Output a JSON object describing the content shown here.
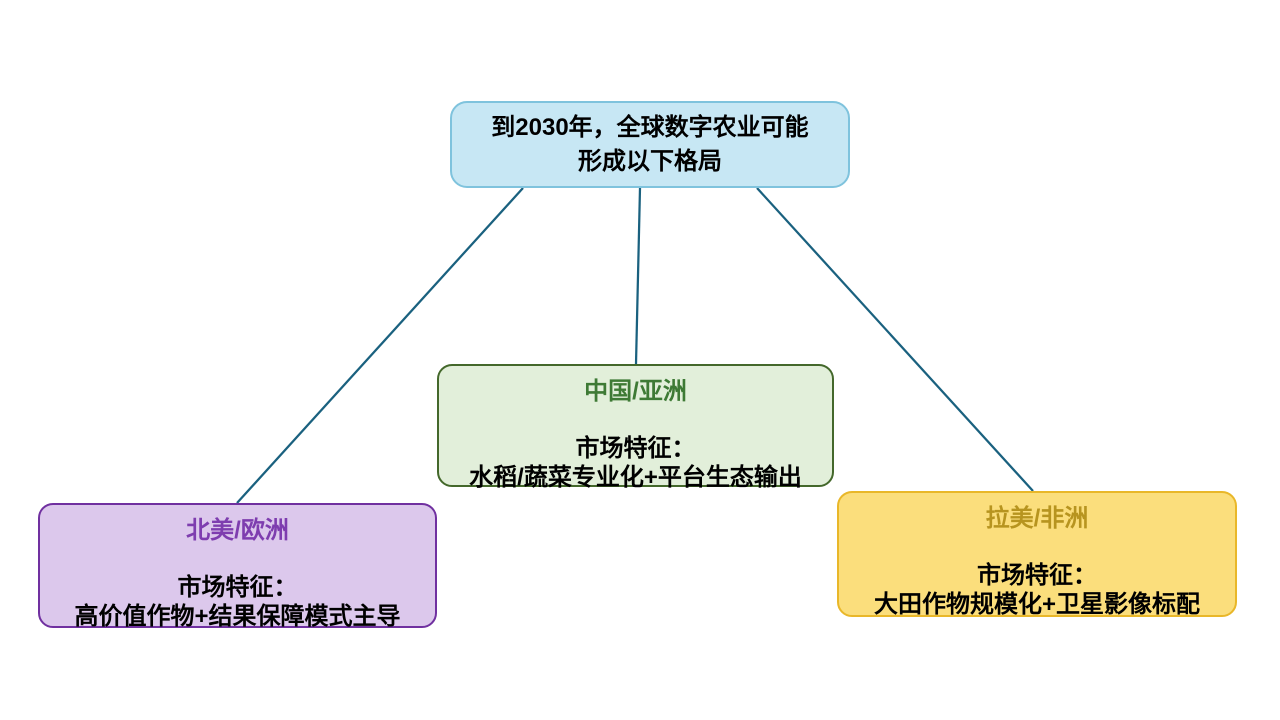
{
  "diagram": {
    "type": "mind-map",
    "background_color": "#FFFFFF",
    "connector_color": "#1A617F",
    "root": {
      "text_lines": [
        "到2030年，全球数字农业可能",
        "形成以下格局"
      ],
      "fill_color": "#C7E7F4",
      "border_color": "#7FC3DD",
      "text_color": "#000000"
    },
    "nodes": [
      {
        "id": "north-america-europe",
        "region": "北美/欧洲",
        "feature_label": "市场特征：",
        "feature": "高价值作物+结果保障模式主导",
        "fill_color": "#DCC8EC",
        "border_color": "#7030A0",
        "title_color": "#7E3DAF",
        "text_color": "#000000"
      },
      {
        "id": "china-asia",
        "region": "中国/亚洲",
        "feature_label": "市场特征：",
        "feature": "水稻/蔬菜专业化+平台生态输出",
        "fill_color": "#E2EFDA",
        "border_color": "#44682B",
        "title_color": "#3E7A35",
        "text_color": "#000000"
      },
      {
        "id": "latam-africa",
        "region": "拉美/非洲",
        "feature_label": "市场特征：",
        "feature": "大田作物规模化+卫星影像标配",
        "fill_color": "#FBDE7C",
        "border_color": "#E9B729",
        "title_color": "#B7941F",
        "text_color": "#000000"
      }
    ]
  }
}
